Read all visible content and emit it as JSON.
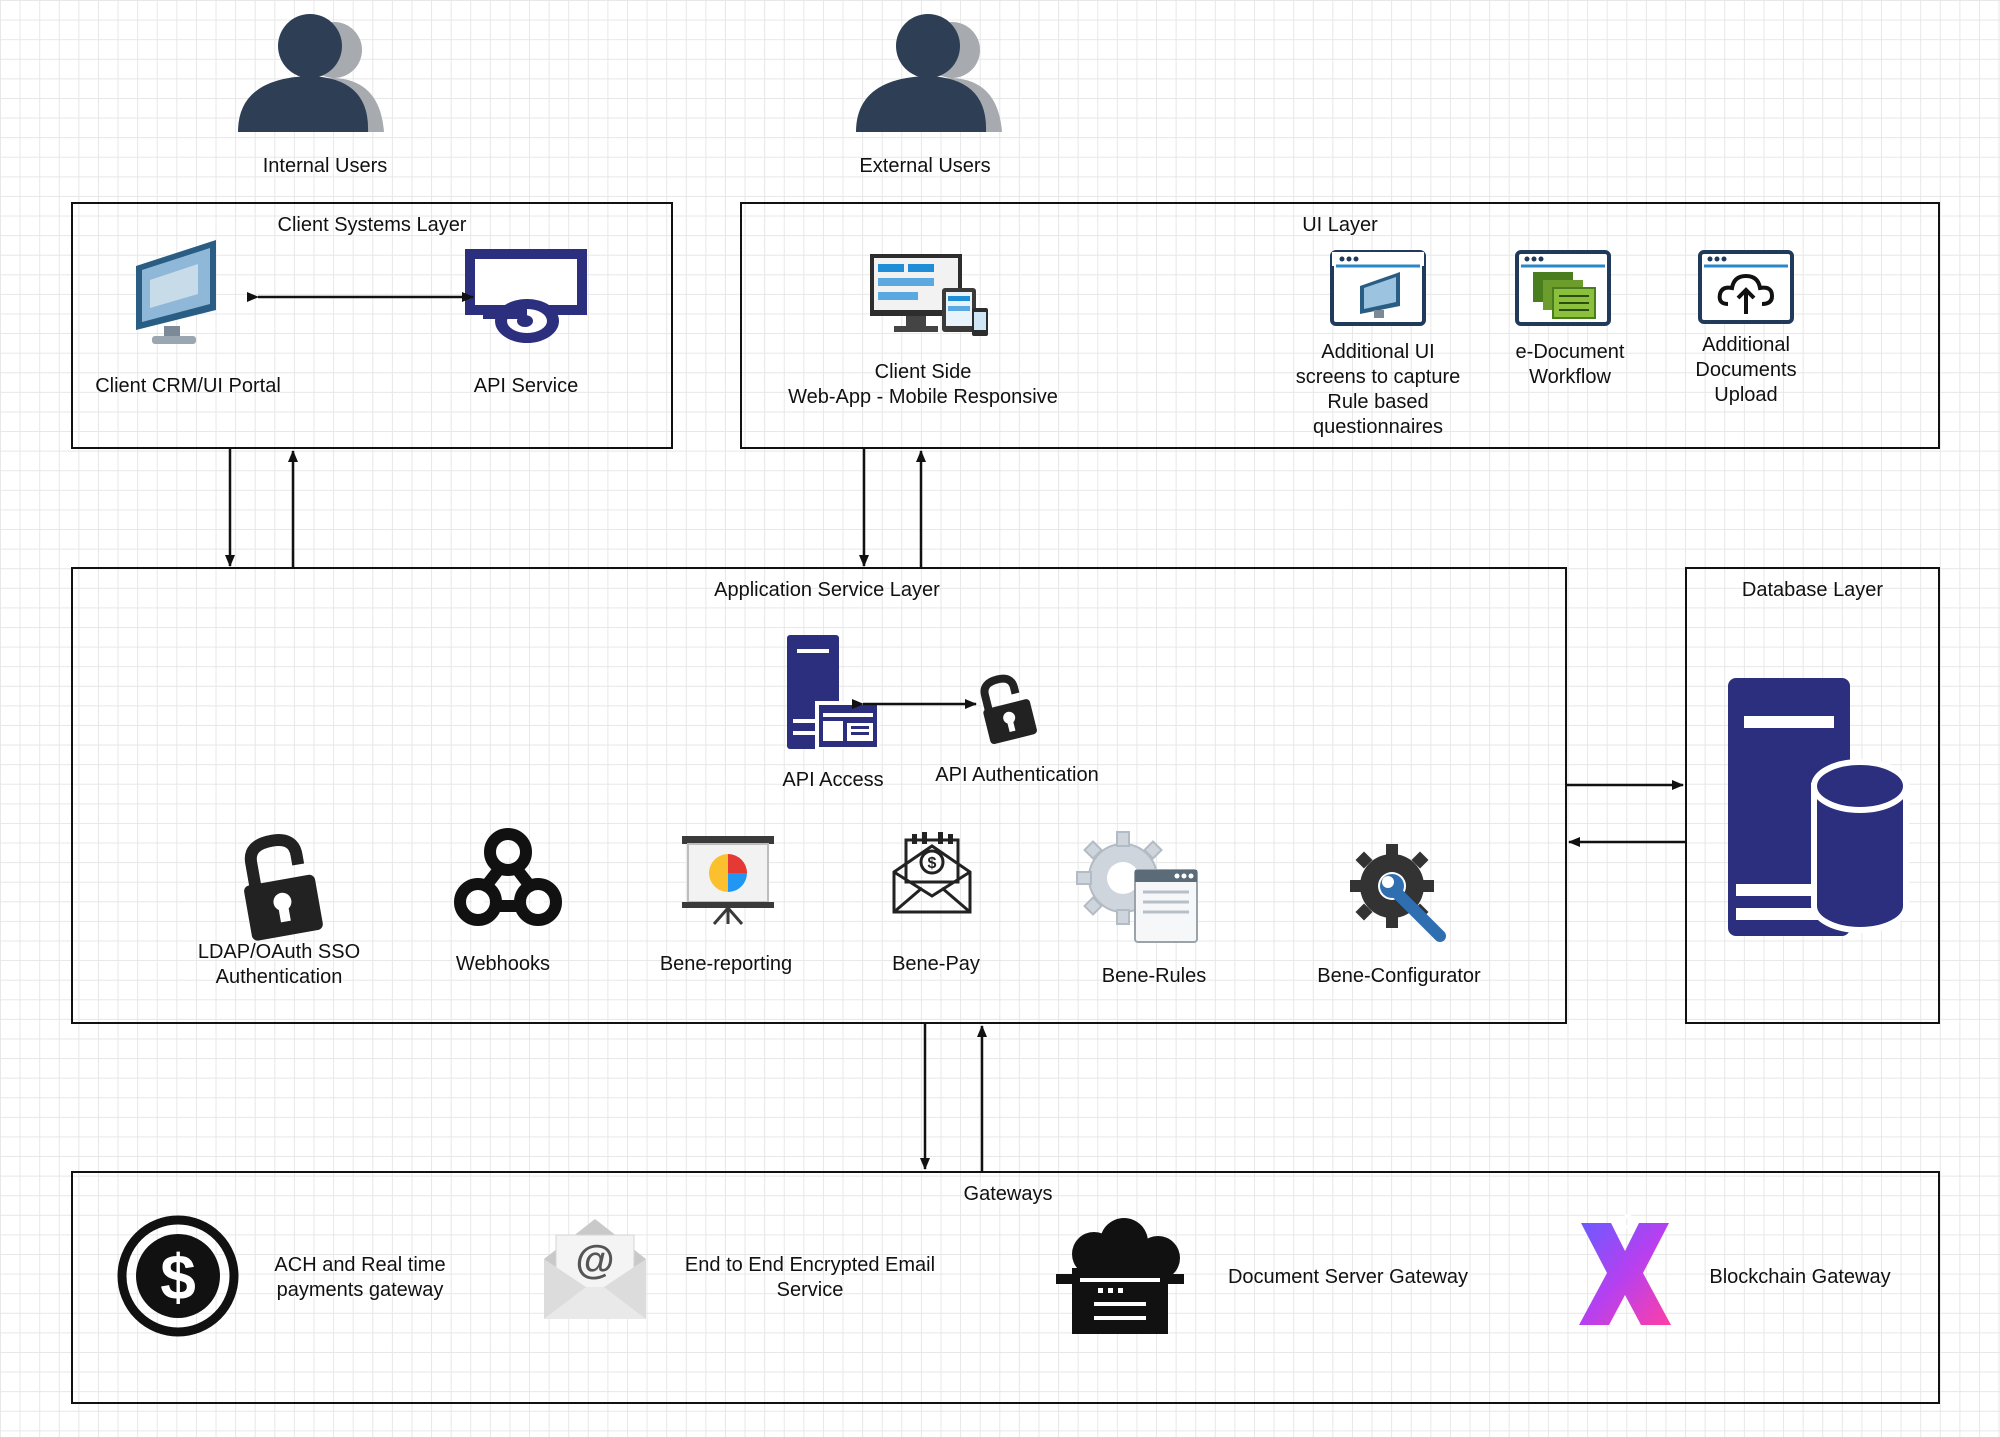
{
  "users": {
    "internal": "Internal Users",
    "external": "External Users"
  },
  "client_layer": {
    "title": "Client Systems Layer",
    "crm_label": "Client CRM/UI Portal",
    "api_label": "API Service"
  },
  "ui_layer": {
    "title": "UI Layer",
    "webapp_label": "Client Side\nWeb-App - Mobile Responsive",
    "additional_ui_label": "Additional UI\nscreens to capture\nRule based\nquestionnaires",
    "edoc_label": "e-Document\nWorkflow",
    "upload_label": "Additional\nDocuments\nUpload"
  },
  "app_layer": {
    "title": "Application Service Layer",
    "api_access": "API Access",
    "api_auth": "API Authentication",
    "ldap": "LDAP/OAuth SSO\nAuthentication",
    "webhooks": "Webhooks",
    "reporting": "Bene-reporting",
    "pay": "Bene-Pay",
    "rules": "Bene-Rules",
    "configurator": "Bene-Configurator"
  },
  "db_layer": {
    "title": "Database Layer"
  },
  "gateways": {
    "title": "Gateways",
    "ach": "ACH and Real time\npayments gateway",
    "email": "End to End Encrypted Email\nService",
    "docserver": "Document Server Gateway",
    "blockchain": "Blockchain Gateway"
  },
  "colors": {
    "navy": "#2b2f7e",
    "user_dark": "#2e3f55",
    "user_light": "#a7aaae",
    "green": "#6b9c2c",
    "frame": "#111111"
  }
}
